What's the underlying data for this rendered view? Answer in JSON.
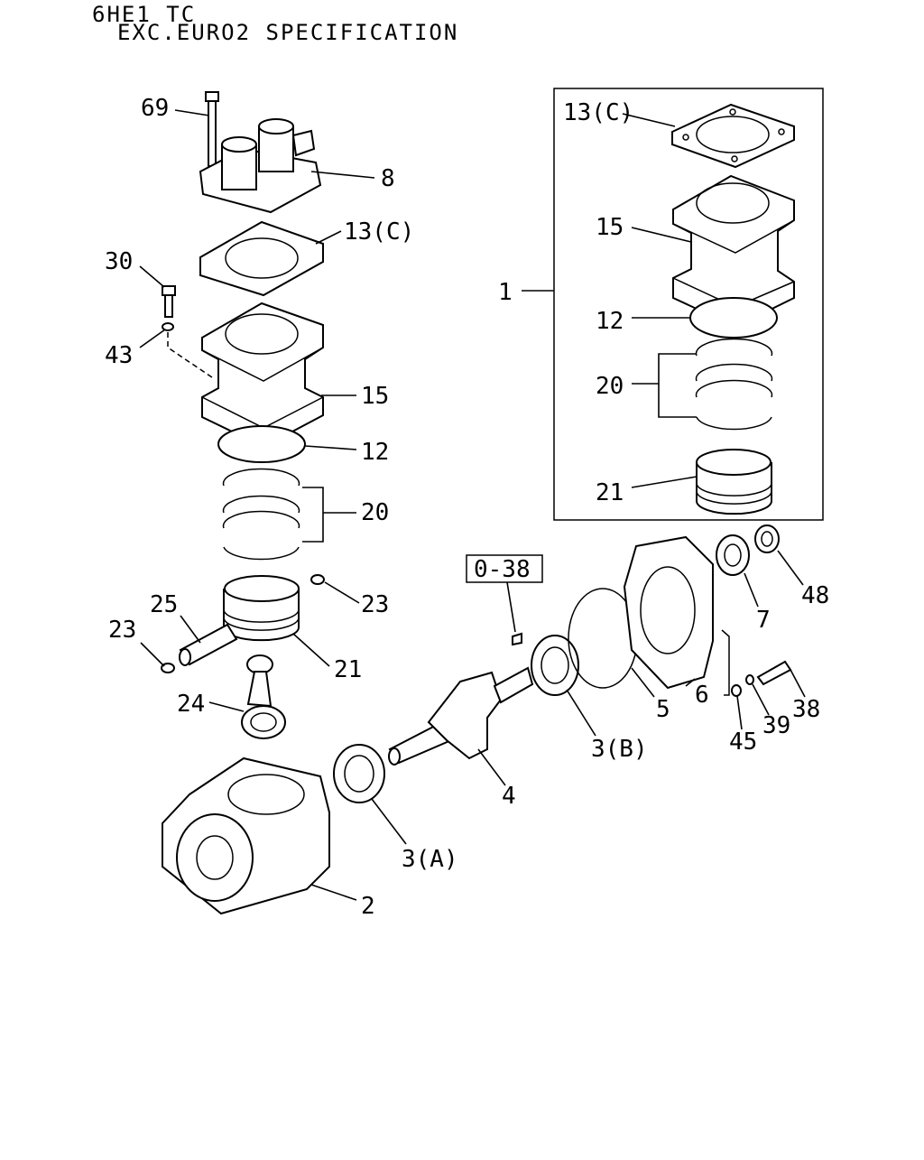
{
  "header": {
    "line1": "6HE1 TC",
    "line2": "EXC.EURO2 SPECIFICATION"
  },
  "ref_box": "0-38",
  "labels": {
    "p69": "69",
    "p8": "8",
    "p13c_left": "13(C)",
    "p30": "30",
    "p43": "43",
    "p15_left": "15",
    "p12_left": "12",
    "p20_left": "20",
    "p23_right": "23",
    "p25": "25",
    "p23_left": "23",
    "p21_left": "21",
    "p24": "24",
    "p1": "1",
    "p13c_box": "13(C)",
    "p15_box": "15",
    "p12_box": "12",
    "p20_box": "20",
    "p21_box": "21",
    "p48": "48",
    "p7": "7",
    "p6": "6",
    "p5": "5",
    "p3b": "3(B)",
    "p38": "38",
    "p39": "39",
    "p45": "45",
    "p4": "4",
    "p3a": "3(A)",
    "p2": "2"
  }
}
